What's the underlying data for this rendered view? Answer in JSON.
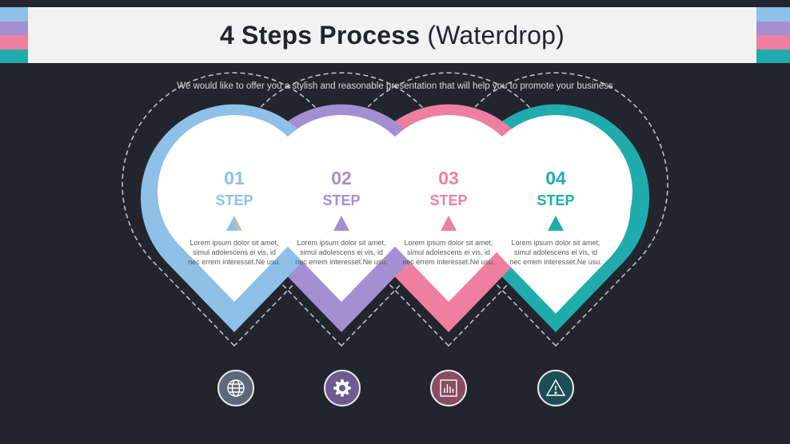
{
  "title": {
    "bold": "4 Steps Process",
    "regular": "(Waterdrop)"
  },
  "subtitle": "We would like to offer you a stylish and reasonable presentation that will help you to promote your business",
  "colors": {
    "blue": "#8ec0e8",
    "purple": "#a48fd2",
    "pink": "#ee7fa0",
    "teal": "#20acad",
    "background": "#22252e",
    "title_bar": "#f2f2f2"
  },
  "steps": [
    {
      "number": "01",
      "label": "STEP",
      "text": "Lorem ipsum dolor sit amet, simul adolescens ei vis, id nec errem interesset.Ne usu.",
      "color": "#8ec0e8",
      "icon": "globe-icon"
    },
    {
      "number": "02",
      "label": "STEP",
      "text": "Lorem ipsum dolor sit amet, simul adolescens ei vis, id nec errem interesset.Ne usu.",
      "color": "#a48fd2",
      "icon": "gear-icon"
    },
    {
      "number": "03",
      "label": "STEP",
      "text": "Lorem ipsum dolor sit amet, simul adolescens ei vis, id nec errem interesset.Ne usu.",
      "color": "#ee7fa0",
      "icon": "bar-chart-icon"
    },
    {
      "number": "04",
      "label": "STEP",
      "text": "Lorem ipsum dolor sit amet, simul adolescens ei vis, id nec errem interesset.Ne usu.",
      "color": "#20acad",
      "icon": "warning-icon"
    }
  ]
}
